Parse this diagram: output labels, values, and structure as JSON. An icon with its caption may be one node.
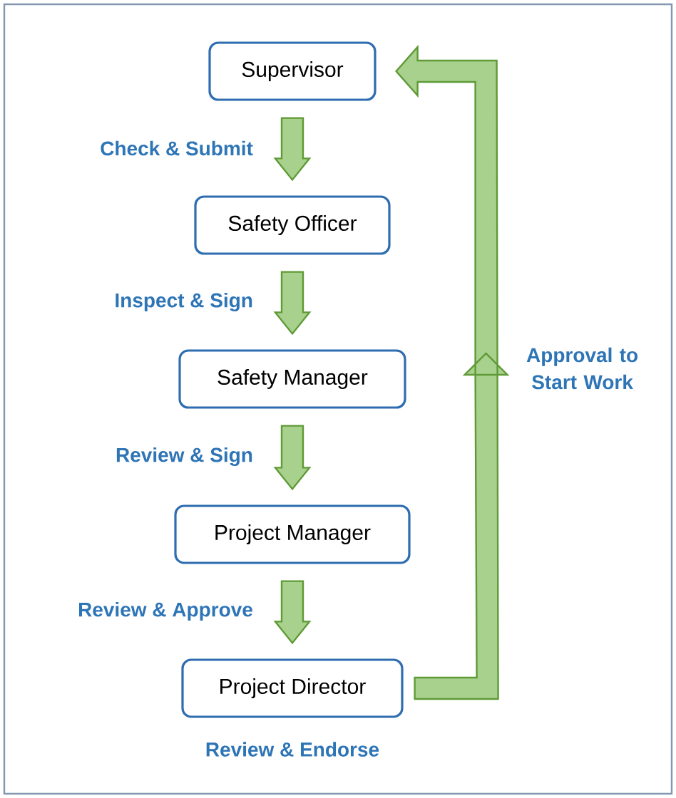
{
  "diagram": {
    "nodes": [
      {
        "text": [
          "Supervisor"
        ]
      },
      {
        "text": [
          "Safety Officer"
        ]
      },
      {
        "text": [
          "Safety Manager"
        ]
      },
      {
        "text": [
          "Project Manager"
        ]
      },
      {
        "text": [
          "Project Director"
        ],
        "beside": [
          "Review & Endorse"
        ]
      }
    ],
    "edges": [
      {
        "from": 0,
        "to": 1,
        "arrow": "to",
        "label": "Check & Submit"
      },
      {
        "from": 1,
        "to": 2,
        "arrow": "to",
        "label": "Inspect & Sign"
      },
      {
        "from": 2,
        "to": 3,
        "arrow": "to",
        "label": "Review & Sign"
      },
      {
        "from": 3,
        "to": 4,
        "arrow": "to",
        "label": "Review & Approve"
      },
      {
        "from": 4,
        "to": 0,
        "arrow": "to",
        "label": "Approval to Start Work"
      }
    ]
  }
}
